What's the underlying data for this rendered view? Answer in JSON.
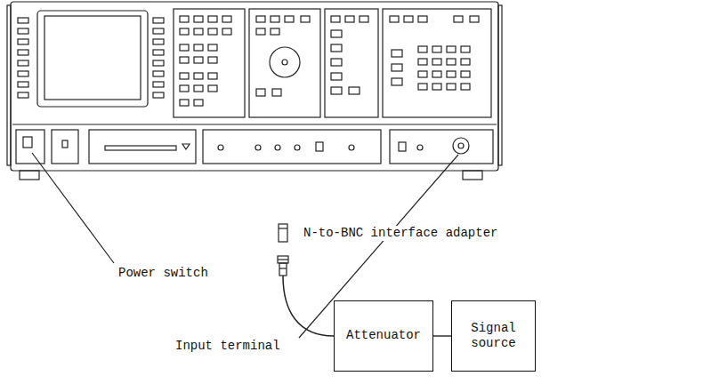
{
  "diagram": {
    "nodes": [
      {
        "text": [
          "Attenuator"
        ]
      },
      {
        "text": [
          "Signal source"
        ]
      }
    ],
    "edges": [
      {
        "from": 0,
        "to": 1,
        "arrow": "none"
      }
    ],
    "labels": [
      "N-to-BNC interface adapter",
      "Power switch",
      "Input terminal"
    ]
  }
}
